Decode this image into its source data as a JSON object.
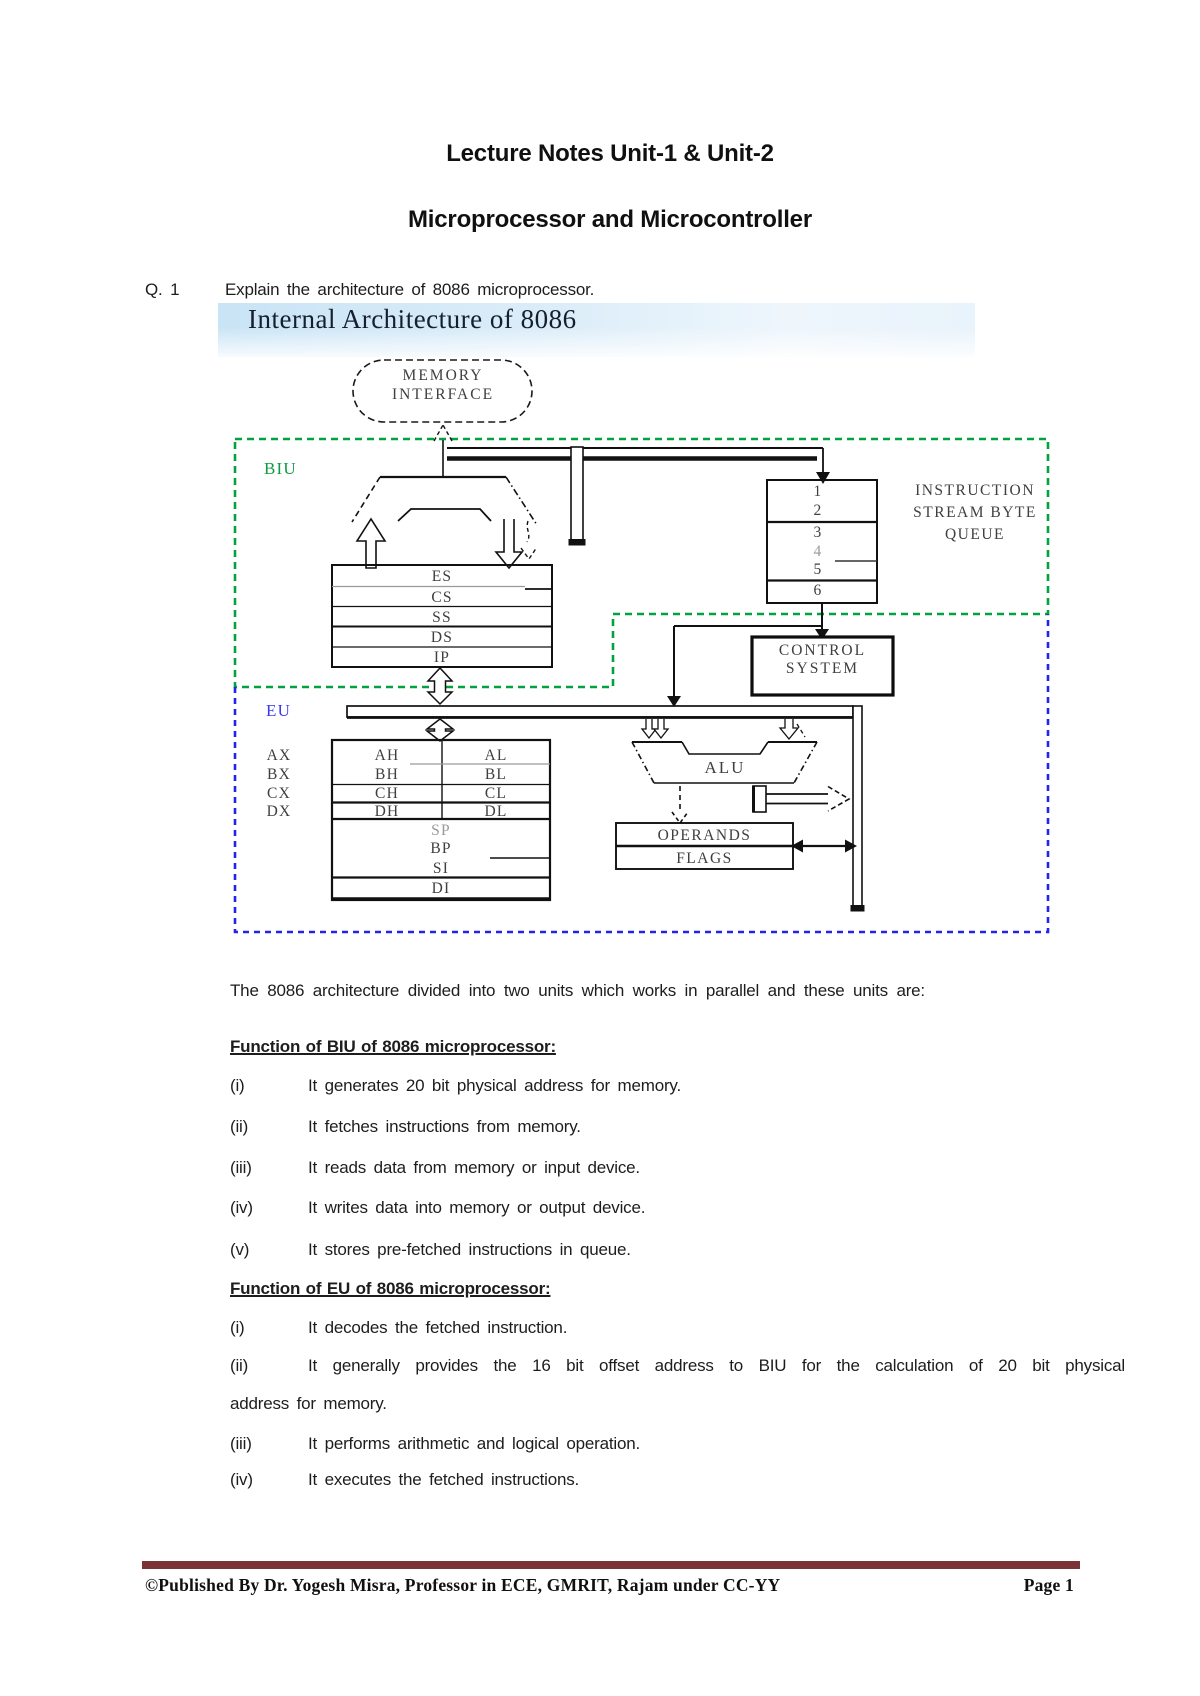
{
  "header": {
    "title_line1": "Lecture Notes Unit-1 & Unit-2",
    "title_line2": "Microprocessor and Microcontroller"
  },
  "question": {
    "number": "Q. 1",
    "text": "Explain the architecture of 8086 microprocessor."
  },
  "diagram": {
    "title": "Internal Architecture of 8086",
    "memory_interface_lines": [
      "MEMORY",
      "INTERFACE"
    ],
    "biu_label": "BIU",
    "eu_label": "EU",
    "queue": {
      "numbers": [
        "1",
        "2",
        "3",
        "4",
        "5",
        "6"
      ],
      "label_lines": [
        "INSTRUCTION",
        "STREAM BYTE",
        "QUEUE"
      ]
    },
    "control_system_lines": [
      "CONTROL",
      "SYSTEM"
    ],
    "segment_registers": [
      "ES",
      "CS",
      "SS",
      "DS",
      "IP"
    ],
    "general_registers": {
      "row_labels": [
        "AX",
        "BX",
        "CX",
        "DX"
      ],
      "high": [
        "AH",
        "BH",
        "CH",
        "DH"
      ],
      "low": [
        "AL",
        "BL",
        "CL",
        "DL"
      ],
      "pointer_index": [
        "SP",
        "BP",
        "SI",
        "DI"
      ]
    },
    "alu_label": "ALU",
    "operands_label": "OPERANDS",
    "flags_label": "FLAGS",
    "colors": {
      "biu_outline": "#00a33e",
      "eu_outline": "#2323ee",
      "title_band": "#cbe5f7",
      "footer_bar": "#7b3336"
    }
  },
  "body": {
    "intro": "The 8086 architecture divided into two units which works in parallel and these units are:",
    "biu_section": {
      "heading": "Function of BIU of 8086 microprocessor:",
      "items": [
        {
          "num": "(i)",
          "text": "It generates 20 bit physical address for memory."
        },
        {
          "num": "(ii)",
          "text": "It fetches instructions from memory."
        },
        {
          "num": "(iii)",
          "text": "It reads data from memory or input device."
        },
        {
          "num": "(iv)",
          "text": "It writes data into memory or output device."
        },
        {
          "num": "(v)",
          "text": "It stores pre-fetched instructions in queue."
        }
      ]
    },
    "eu_section": {
      "heading": "Function of EU of 8086 microprocessor:",
      "items": [
        {
          "num": "(i)",
          "text": "It decodes the fetched instruction."
        },
        {
          "num": "(ii)",
          "text": "It generally provides the 16 bit offset address to BIU for the calculation of 20 bit physical",
          "text_cont": "address for memory."
        },
        {
          "num": "(iii)",
          "text": "It performs arithmetic and logical operation."
        },
        {
          "num": "(iv)",
          "text": "It executes the fetched instructions."
        }
      ]
    }
  },
  "footer": {
    "credit": "©Published By Dr. Yogesh Misra, Professor in ECE, GMRIT, Rajam under CC-YY",
    "page": "Page 1"
  }
}
